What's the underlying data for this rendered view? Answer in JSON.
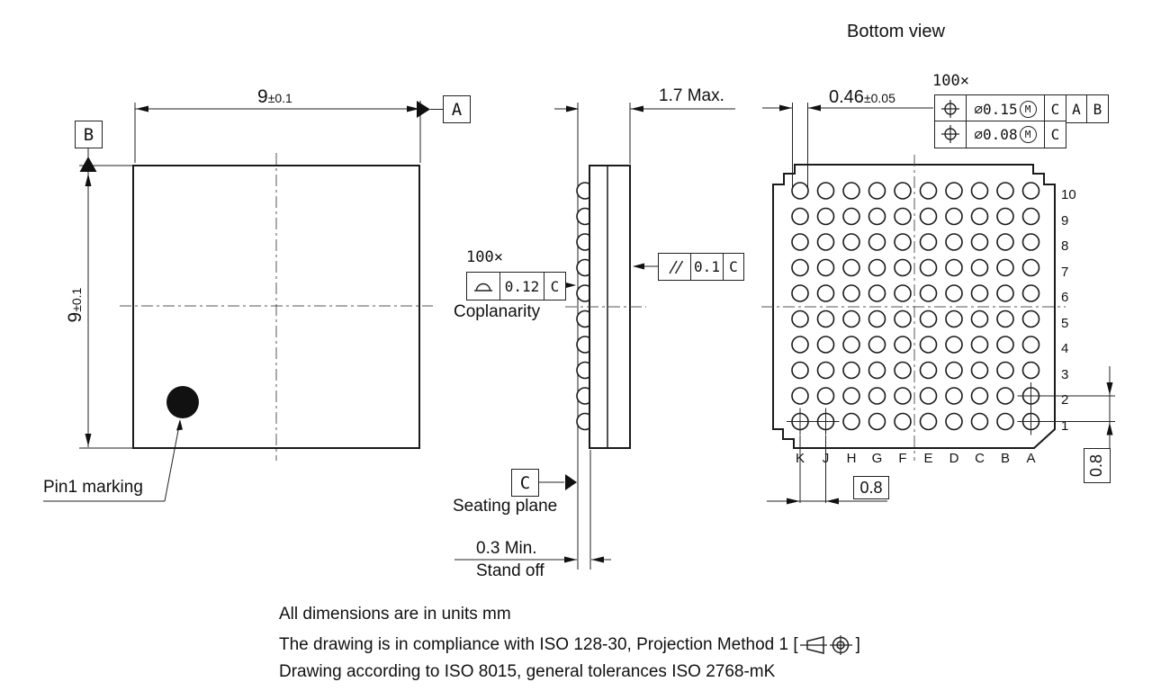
{
  "top_view": {
    "horizontal_dim": {
      "value": "9",
      "tolerance": "±0.1"
    },
    "vertical_dim": {
      "value": "9",
      "tolerance": "±0.1"
    },
    "datum_a": "A",
    "datum_b": "B",
    "pin1_label": "Pin1 marking"
  },
  "side_view": {
    "thickness": "1.7 Max.",
    "coplanarity": {
      "count": "100×",
      "value": "0.12",
      "datum": "C",
      "label": "Coplanarity"
    },
    "parallelism": {
      "value": "0.1",
      "datum": "C"
    },
    "datum_c": "C",
    "seating_plane_label": "Seating plane",
    "standoff": {
      "value": "0.3 Min.",
      "label": "Stand off"
    }
  },
  "bottom_view": {
    "title": "Bottom view",
    "ball_diameter": {
      "value": "0.46",
      "tolerance": "±0.05"
    },
    "count": "100×",
    "tolerance_frames": [
      {
        "diameter": "⌀0.15",
        "modifier": "M",
        "datums": [
          "C",
          "A",
          "B"
        ]
      },
      {
        "diameter": "⌀0.08",
        "modifier": "M",
        "datums": [
          "C"
        ]
      }
    ],
    "rows": [
      "10",
      "9",
      "8",
      "7",
      "6",
      "5",
      "4",
      "3",
      "2",
      "1"
    ],
    "columns": [
      "K",
      "J",
      "H",
      "G",
      "F",
      "E",
      "D",
      "C",
      "B",
      "A"
    ],
    "crosshair_balls": [
      "K1",
      "J1",
      "A1",
      "A2"
    ],
    "pitch_horizontal": "0.8",
    "pitch_vertical": "0.8"
  },
  "notes": {
    "line1": "All dimensions are in units mm",
    "line2_prefix": "The drawing is in compliance with ISO 128-30, Projection Method 1 [",
    "line2_suffix": "]",
    "line3": "Drawing according to ISO 8015, general tolerances ISO 2768-mK"
  }
}
